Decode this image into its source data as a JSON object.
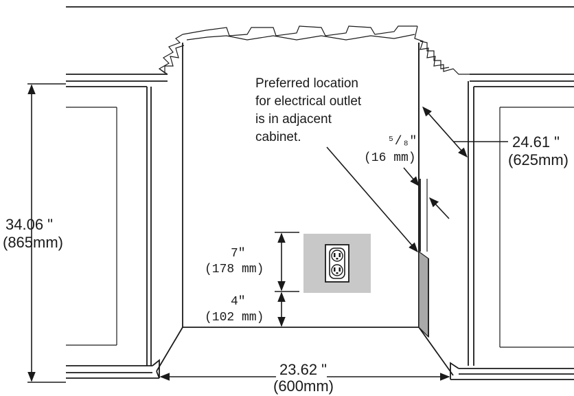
{
  "annotation": {
    "lines": [
      "Preferred location",
      "for electrical outlet",
      "is in adjacent",
      "cabinet."
    ]
  },
  "dimensions": {
    "height": {
      "imperial": "34.06 \"",
      "metric": "(865mm)"
    },
    "width": {
      "imperial": "23.62 \"",
      "metric": "(600mm)"
    },
    "depth": {
      "imperial": "24.61 \"",
      "metric": "(625mm)"
    },
    "gap": {
      "imperial": "⁵/₈\"",
      "metric": "(16 mm)"
    },
    "outlet_height": {
      "imperial": "7\"",
      "metric": "(178 mm)"
    },
    "outlet_offset": {
      "imperial": "4\"",
      "metric": "(102 mm)"
    }
  },
  "colors": {
    "outlet_panel": "#c8c8c8",
    "gap_fill": "#a9a9a9",
    "line": "#1a1a1a"
  },
  "icons": {
    "outlet": "electrical-outlet-icon"
  }
}
